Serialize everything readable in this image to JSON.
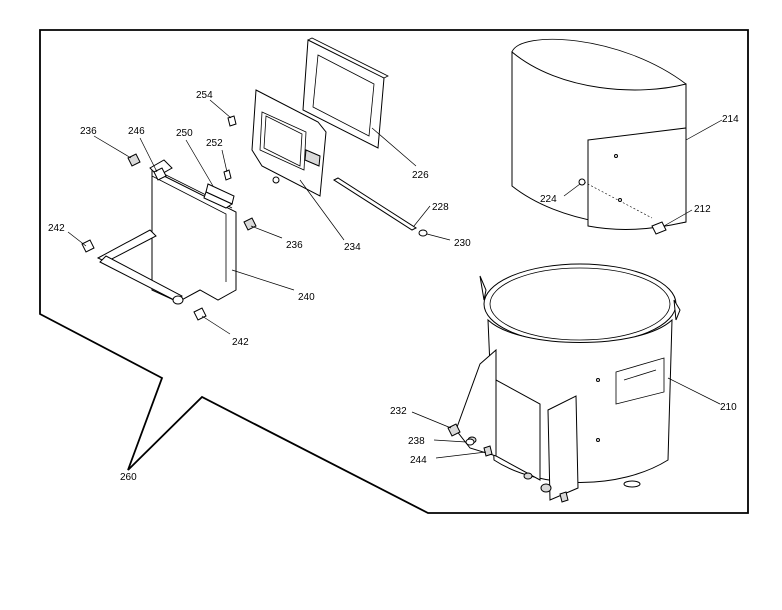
{
  "callouts": {
    "c210": "210",
    "c212": "212",
    "c214": "214",
    "c224": "224",
    "c226": "226",
    "c228": "228",
    "c230": "230",
    "c232": "232",
    "c234": "234",
    "c236a": "236",
    "c236b": "236",
    "c238": "238",
    "c240": "240",
    "c242a": "242",
    "c242b": "242",
    "c244": "244",
    "c246": "246",
    "c250": "250",
    "c252": "252",
    "c254": "254",
    "c260": "260"
  }
}
